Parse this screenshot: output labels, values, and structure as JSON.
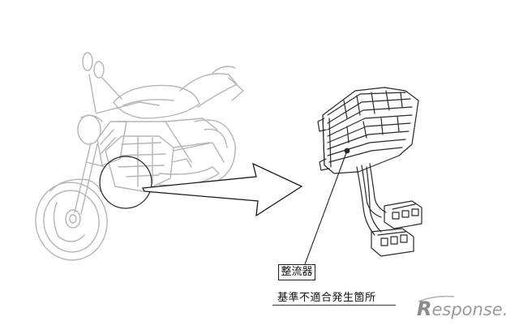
{
  "diagram": {
    "component_label": "整流器",
    "defect_note": "基準不適合発生箇所"
  },
  "watermark": {
    "brand_initial": "R",
    "brand_rest": "esponse."
  },
  "colors": {
    "motorcycle_line": "#b5b5b5",
    "part_line": "#2a2a2a",
    "arrow": "#1a1a1a",
    "watermark": "#9a9a9a"
  }
}
